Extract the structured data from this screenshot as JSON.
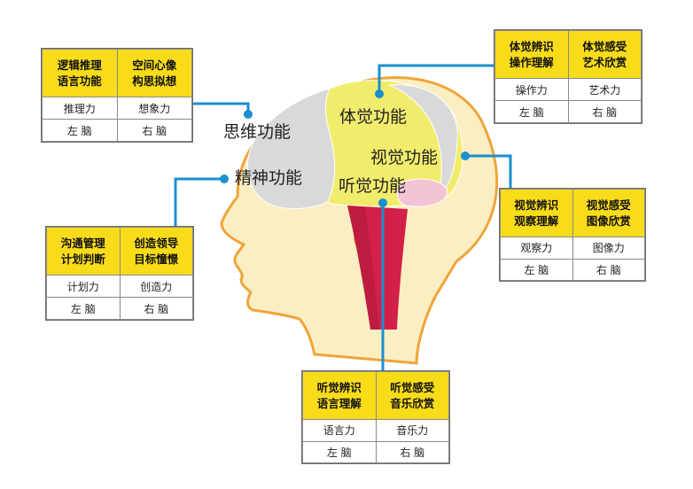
{
  "colors": {
    "connector": "#1b8fcf",
    "header_fill": "#f8dc1a",
    "head_fill": "#fbeec2",
    "head_outline": "#f0a43a",
    "brain_yellow": "#f1ec6c",
    "brain_gray": "#d9d9d9",
    "brain_pink": "#f2c4d6",
    "throat_red": "#d32048"
  },
  "regions": {
    "thinking": "思维功能",
    "spirit": "精神功能",
    "body_sense": "体觉功能",
    "visual": "视觉功能",
    "hearing": "听觉功能"
  },
  "panels": {
    "thinking": {
      "left_header": [
        "逻辑推理",
        "语言功能"
      ],
      "right_header": [
        "空间心像",
        "构思拟想"
      ],
      "left_ability": "推理力",
      "right_ability": "想象力",
      "left_brain": "左 脑",
      "right_brain": "右 脑"
    },
    "spirit": {
      "left_header": [
        "沟通管理",
        "计划判断"
      ],
      "right_header": [
        "创造领导",
        "目标憧憬"
      ],
      "left_ability": "计划力",
      "right_ability": "创造力",
      "left_brain": "左 脑",
      "right_brain": "右 脑"
    },
    "body_sense": {
      "left_header": [
        "体觉辨识",
        "操作理解"
      ],
      "right_header": [
        "体觉感受",
        "艺术欣赏"
      ],
      "left_ability": "操作力",
      "right_ability": "艺术力",
      "left_brain": "左 脑",
      "right_brain": "右 脑"
    },
    "visual": {
      "left_header": [
        "视觉辨识",
        "观察理解"
      ],
      "right_header": [
        "视觉感受",
        "图像欣赏"
      ],
      "left_ability": "观察力",
      "right_ability": "图像力",
      "left_brain": "左 脑",
      "right_brain": "右 脑"
    },
    "hearing": {
      "left_header": [
        "听觉辨识",
        "语言理解"
      ],
      "right_header": [
        "听觉感受",
        "音乐欣赏"
      ],
      "left_ability": "语言力",
      "right_ability": "音乐力",
      "left_brain": "左 脑",
      "right_brain": "右 脑"
    }
  }
}
